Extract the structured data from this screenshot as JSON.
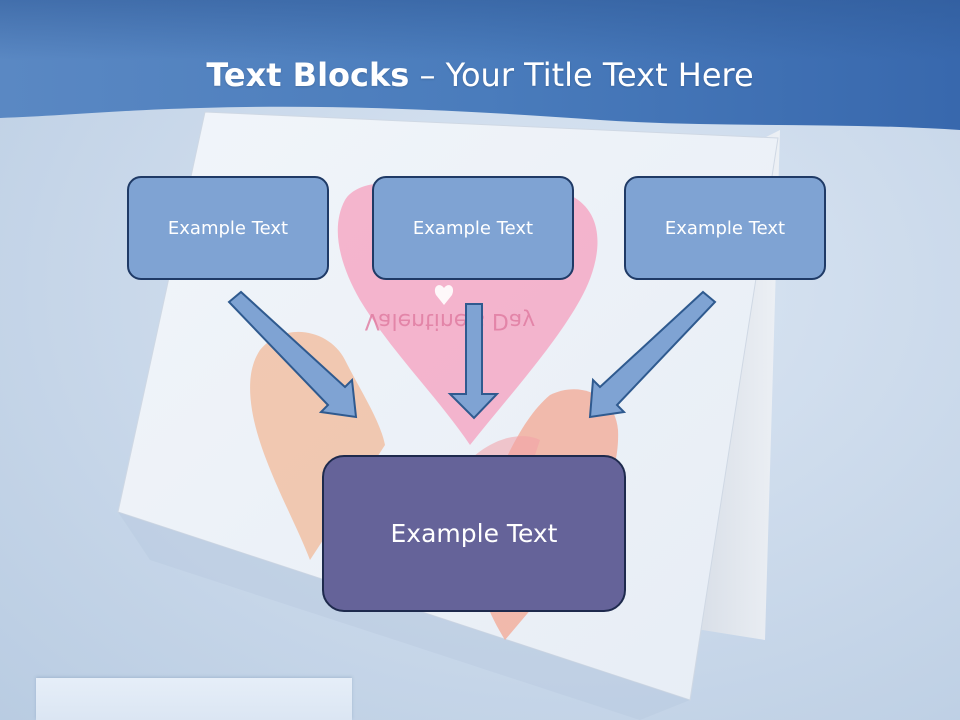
{
  "slide": {
    "title_bold": "Text Blocks",
    "title_rest": " – Your Title Text Here",
    "boxes": [
      {
        "label": "Example Text"
      },
      {
        "label": "Example Text"
      },
      {
        "label": "Example Text"
      }
    ],
    "main_box": {
      "label": "Example Text"
    },
    "card_caption": "Valentine's Day"
  },
  "colors": {
    "header_band": "#3f72b4",
    "small_box_fill": "#7fa3d3",
    "small_box_border": "#1f3a66",
    "main_box_fill": "#656399",
    "arrow_fill": "#7fa3d3",
    "heart_pink": "#f4a9c6",
    "heart_peach": "#f2b99a"
  }
}
